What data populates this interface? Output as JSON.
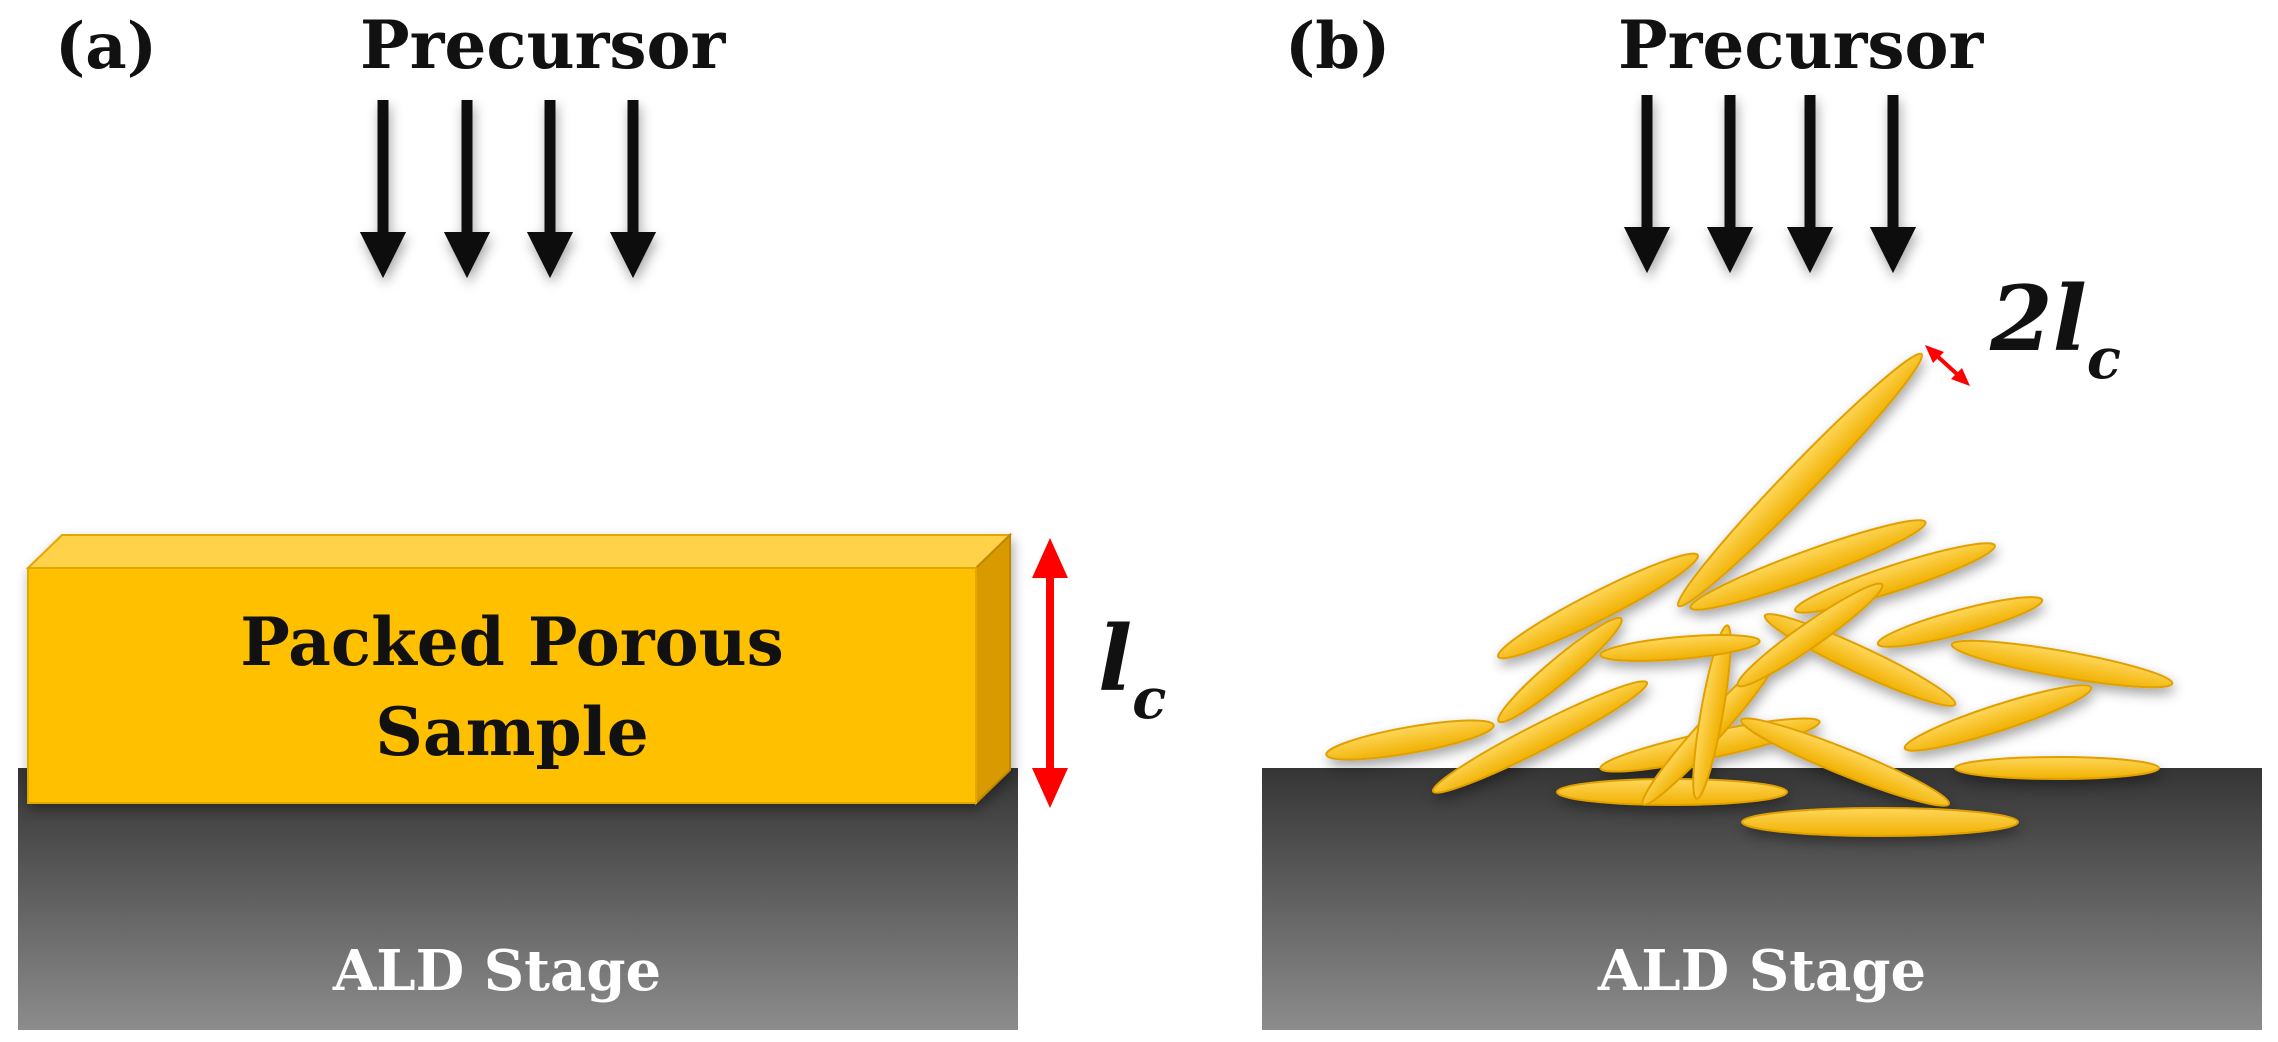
{
  "panel_a": {
    "tag": "(a)",
    "precursor": "Precursor",
    "sample_line1": "Packed Porous",
    "sample_line2": "Sample",
    "length_symbol": "l",
    "length_subscript": "c",
    "stage": "ALD Stage"
  },
  "panel_b": {
    "tag": "(b)",
    "precursor": "Precursor",
    "length_prefix": "2",
    "length_symbol": "l",
    "length_subscript": "c",
    "stage": "ALD Stage"
  },
  "colors": {
    "gold": "#FFC000",
    "gold_dark": "#D99A00",
    "stage_top": "#3a3a3a",
    "stage_bottom": "#8a8a8a",
    "arrow_red": "#FF0000"
  }
}
